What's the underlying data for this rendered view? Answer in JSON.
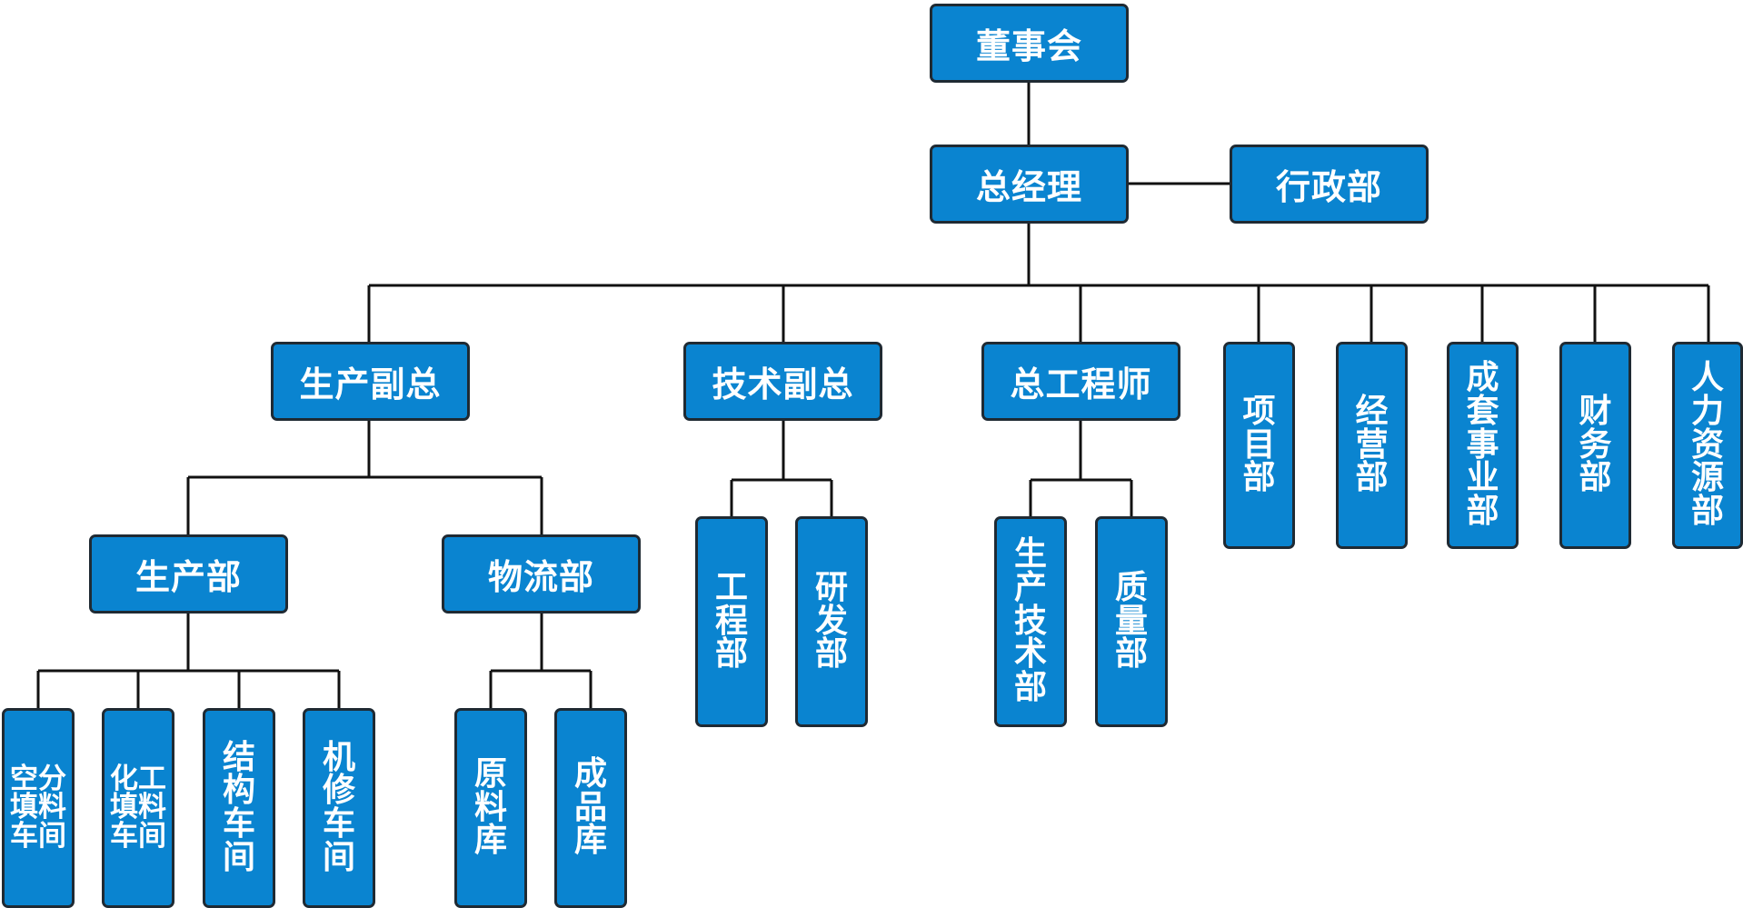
{
  "colors": {
    "box_fill": "#0a84d0",
    "box_border": "#1f2a33",
    "box_text": "#ffffff",
    "connector": "#111111"
  },
  "nodes": {
    "board": "董事会",
    "gm": "总经理",
    "admin": "行政部",
    "prod_vp": "生产副总",
    "tech_vp": "技术副总",
    "chief_eng": "总工程师",
    "project": "项目部",
    "business": "经营部",
    "complete_set": "成套事业部",
    "finance": "财务部",
    "hr": "人力资源部",
    "production": "生产部",
    "logistics": "物流部",
    "engineering": "工程部",
    "rnd": "研发部",
    "prod_tech": "生产技术部",
    "quality": "质量部",
    "air_workshop": "空分填料车间",
    "chem_workshop": "化工填料车间",
    "struct_workshop": "结构车间",
    "repair_workshop": "机修车间",
    "raw_store": "原料库",
    "finished_store": "成品库"
  }
}
